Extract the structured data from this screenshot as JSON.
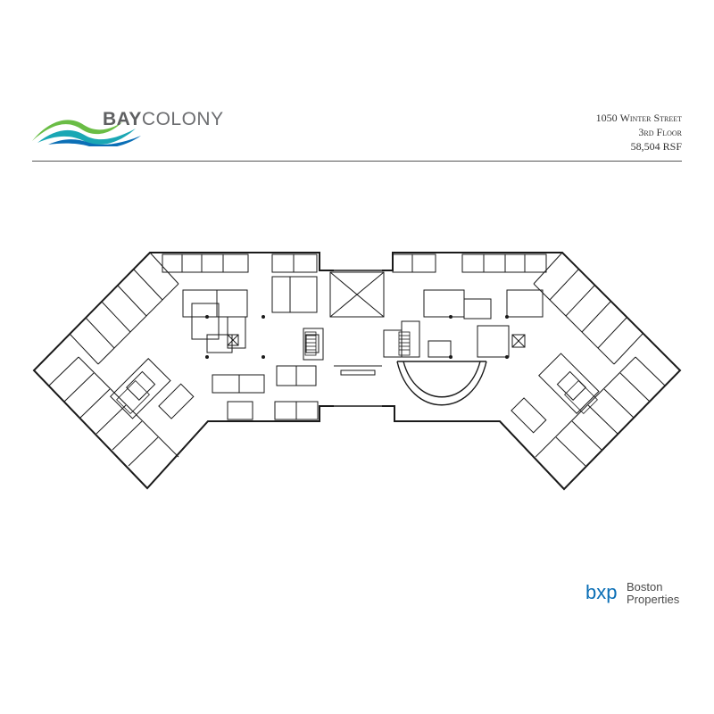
{
  "brand": {
    "name_part1": "BAY",
    "name_part2": "COLONY",
    "colors": {
      "gray": "#6d6e71",
      "green": "#6abd45",
      "teal": "#1aa7b4",
      "blue": "#0b6fb6"
    }
  },
  "address": {
    "line1_number": "1050",
    "line1_street": "Winter Street",
    "line2": "3rd Floor",
    "line3": "58,504 RSF"
  },
  "footer_logo": {
    "mark": "bxp",
    "line1": "Boston",
    "line2": "Properties"
  },
  "plan": {
    "stroke": "#1a1a1a"
  }
}
